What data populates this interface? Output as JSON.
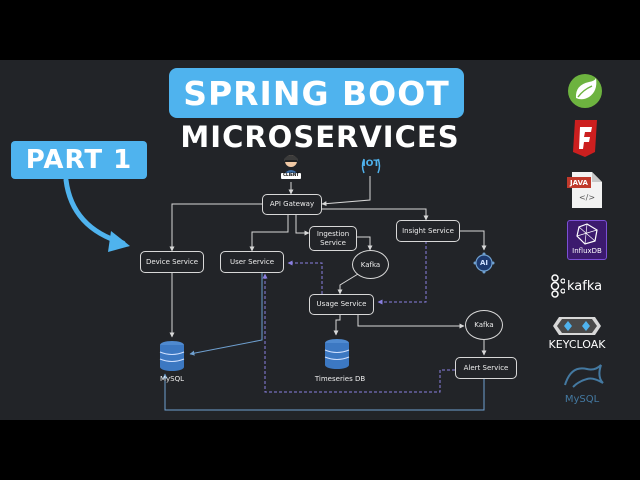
{
  "title": "SPRING BOOT",
  "subtitle": "MICROSERVICES",
  "part_label": "PART 1",
  "diagram": {
    "client_label": "CLIENT",
    "iot_label": "IOT",
    "ai_label": "AI",
    "nodes": {
      "api_gateway": "API Gateway",
      "device_service": "Device Service",
      "user_service": "User Service",
      "ingestion_service": "Ingestion Service",
      "insight_service": "Insight Service",
      "kafka_top": "Kafka",
      "usage_service": "Usage Service",
      "kafka_right": "Kafka",
      "alert_service": "Alert Service",
      "mysql": "MySQL",
      "timeseries_db": "Timeseries DB"
    }
  },
  "tech_stack": {
    "java_label": "JAVA",
    "java_code": "</>",
    "influxdb_label": "InfluxDB",
    "kafka_label": "kafka",
    "keycloak_label": "KEYCLOAK",
    "mysql_label": "MySQL"
  },
  "colors": {
    "accent": "#4fb3ee",
    "background": "#222428",
    "edge": "#d8d8d8",
    "dashed_edge": "#8a7fe0",
    "mysql_edge": "#6fa0d0",
    "spring_green": "#6db33f"
  }
}
